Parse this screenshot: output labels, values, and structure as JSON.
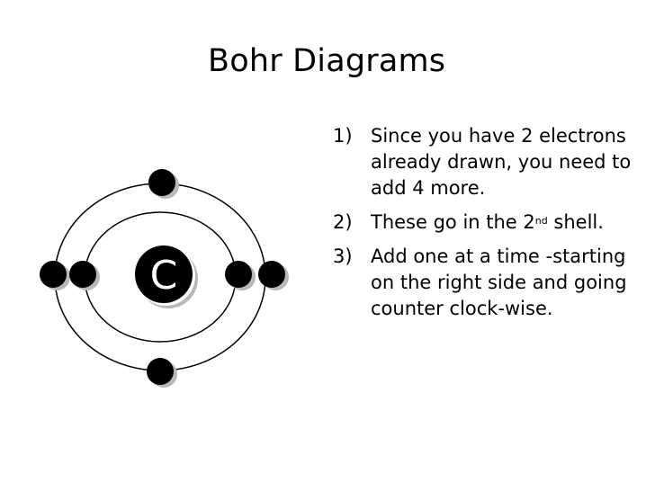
{
  "title": "Bohr Diagrams",
  "diagram": {
    "element_symbol": "C",
    "shell_count": 2,
    "electrons": {
      "inner_shell": [
        "left",
        "right"
      ],
      "outer_shell": [
        "top",
        "left",
        "right",
        "bottom"
      ]
    },
    "colors": {
      "electron": "#000000",
      "shell_line": "#000000",
      "nucleus": "#000000",
      "shadow": "#b8b8b8"
    }
  },
  "steps": [
    {
      "number": "1)",
      "text": "Since you have 2 electrons already drawn, you need to add 4 more."
    },
    {
      "number": "2)",
      "text": "These go in the 2",
      "superscript": "nd",
      "text_after": " shell."
    },
    {
      "number": "3)",
      "text": "Add one at a time -starting on the right side and going counter clock-wise."
    }
  ]
}
